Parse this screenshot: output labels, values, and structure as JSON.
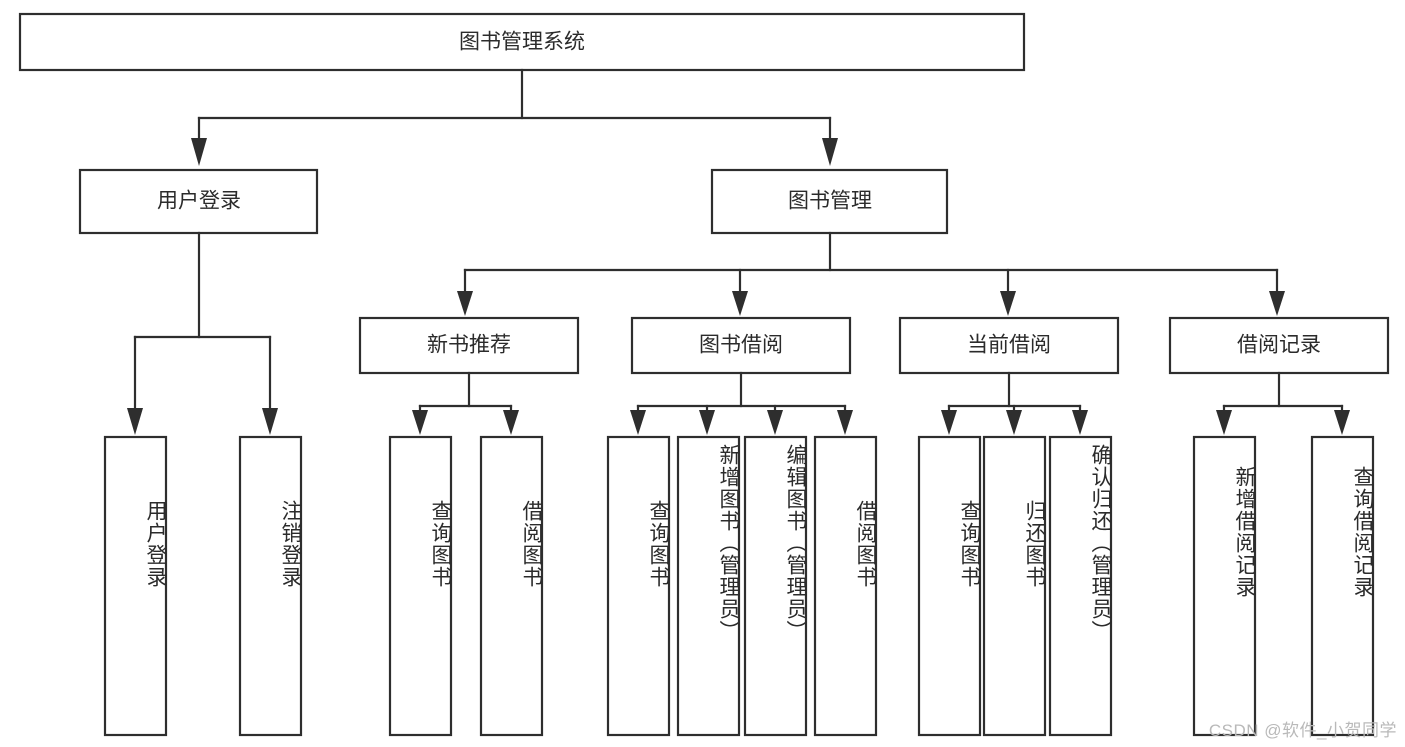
{
  "diagram": {
    "type": "tree",
    "title": "图书管理系统",
    "orientation": "top-down",
    "watermark": "CSDN @软件_小贺同学",
    "colors": {
      "stroke": "#2e2e2e",
      "box_fill": "#ffffff",
      "text": "#2b2b2b",
      "background": "#ffffff",
      "watermark_text": "#b9b9b9"
    },
    "levels": {
      "level1": [
        "图书管理系统"
      ],
      "level2": [
        "用户登录",
        "图书管理"
      ],
      "level3": [
        "新书推荐",
        "图书借阅",
        "当前借阅",
        "借阅记录"
      ],
      "level4": [
        "用户登录",
        "注销登录",
        "查询图书",
        "借阅图书",
        "查询图书",
        "新增图书（管理员）",
        "编辑图书（管理员）",
        "借阅图书",
        "查询图书",
        "归还图书",
        "确认归还（管理员）",
        "新增借阅记录",
        "查询借阅记录"
      ]
    },
    "nodes": {
      "root": {
        "label": "图书管理系统"
      },
      "user_login": {
        "label": "用户登录"
      },
      "book_manage": {
        "label": "图书管理"
      },
      "new_book_rec": {
        "label": "新书推荐"
      },
      "book_borrow": {
        "label": "图书借阅"
      },
      "current_borrow": {
        "label": "当前借阅"
      },
      "borrow_record": {
        "label": "借阅记录"
      },
      "leaf_user_login": {
        "label": "用户登录"
      },
      "leaf_logout": {
        "label": "注销登录"
      },
      "leaf_query_book_1": {
        "label": "查询图书"
      },
      "leaf_borrow_book_1": {
        "label": "借阅图书"
      },
      "leaf_query_book_2": {
        "label": "查询图书"
      },
      "leaf_add_book": {
        "label": "新增图书（管理员）"
      },
      "leaf_edit_book": {
        "label": "编辑图书（管理员）"
      },
      "leaf_borrow_book_2": {
        "label": "借阅图书"
      },
      "leaf_query_book_3": {
        "label": "查询图书"
      },
      "leaf_return_book": {
        "label": "归还图书"
      },
      "leaf_confirm_return": {
        "label": "确认归还（管理员）"
      },
      "leaf_add_record": {
        "label": "新增借阅记录"
      },
      "leaf_query_record": {
        "label": "查询借阅记录"
      }
    },
    "edges": [
      {
        "from": "图书管理系统",
        "to": "用户登录"
      },
      {
        "from": "图书管理系统",
        "to": "图书管理"
      },
      {
        "from": "用户登录",
        "to": "用户登录"
      },
      {
        "from": "用户登录",
        "to": "注销登录"
      },
      {
        "from": "图书管理",
        "to": "新书推荐"
      },
      {
        "from": "图书管理",
        "to": "图书借阅"
      },
      {
        "from": "图书管理",
        "to": "当前借阅"
      },
      {
        "from": "图书管理",
        "to": "借阅记录"
      },
      {
        "from": "新书推荐",
        "to": "查询图书"
      },
      {
        "from": "新书推荐",
        "to": "借阅图书"
      },
      {
        "from": "图书借阅",
        "to": "查询图书"
      },
      {
        "from": "图书借阅",
        "to": "新增图书（管理员）"
      },
      {
        "from": "图书借阅",
        "to": "编辑图书（管理员）"
      },
      {
        "from": "图书借阅",
        "to": "借阅图书"
      },
      {
        "from": "当前借阅",
        "to": "查询图书"
      },
      {
        "from": "当前借阅",
        "to": "归还图书"
      },
      {
        "from": "当前借阅",
        "to": "确认归还（管理员）"
      },
      {
        "from": "借阅记录",
        "to": "新增借阅记录"
      },
      {
        "from": "借阅记录",
        "to": "查询借阅记录"
      }
    ]
  }
}
